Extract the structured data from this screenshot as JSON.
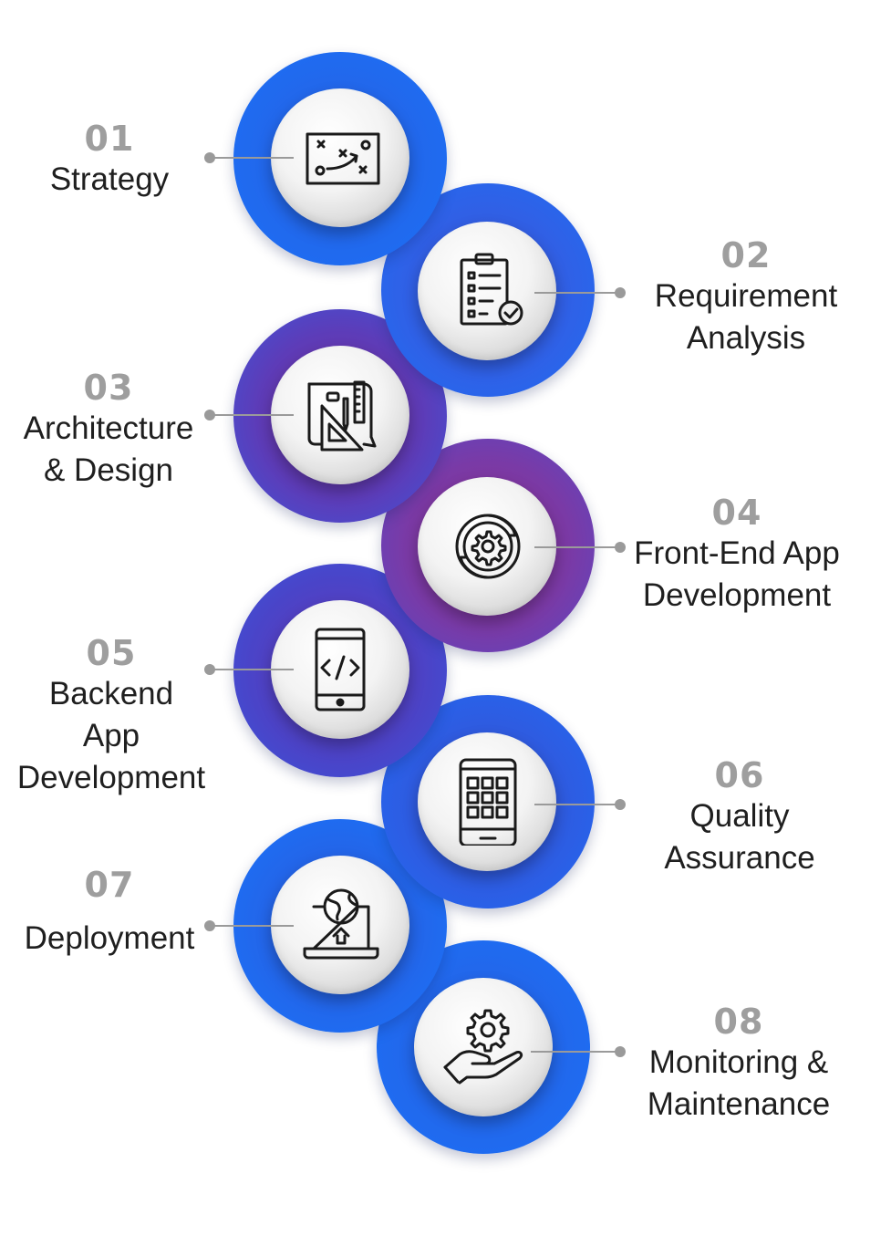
{
  "steps": [
    {
      "number": "01",
      "title_lines": [
        "Strategy"
      ],
      "icon": "strategy-board-icon"
    },
    {
      "number": "02",
      "title_lines": [
        "Requirement",
        "Analysis"
      ],
      "icon": "clipboard-checklist-icon"
    },
    {
      "number": "03",
      "title_lines": [
        "Architecture",
        "& Design"
      ],
      "icon": "blueprint-ruler-icon"
    },
    {
      "number": "04",
      "title_lines": [
        "Front-End App",
        "Development"
      ],
      "icon": "gear-cycle-icon"
    },
    {
      "number": "05",
      "title_lines": [
        "Backend",
        "App",
        "Development"
      ],
      "icon": "mobile-code-icon"
    },
    {
      "number": "06",
      "title_lines": [
        "Quality",
        "Assurance"
      ],
      "icon": "phone-grid-icon"
    },
    {
      "number": "07",
      "title_lines": [
        "Deployment"
      ],
      "icon": "laptop-globe-upload-icon"
    },
    {
      "number": "08",
      "title_lines": [
        "Monitoring &",
        "Maintenance"
      ],
      "icon": "hand-gear-icon"
    }
  ],
  "colors": {
    "ring_blue": "#1f6bf0",
    "ring_purple": "#8b2f8c",
    "ring_violet": "#4a44c8",
    "number_gray": "#9e9e9e",
    "title_dark": "#1f1f1f",
    "connector_gray": "#9a9a9a",
    "icon_stroke": "#1a1a1a"
  }
}
